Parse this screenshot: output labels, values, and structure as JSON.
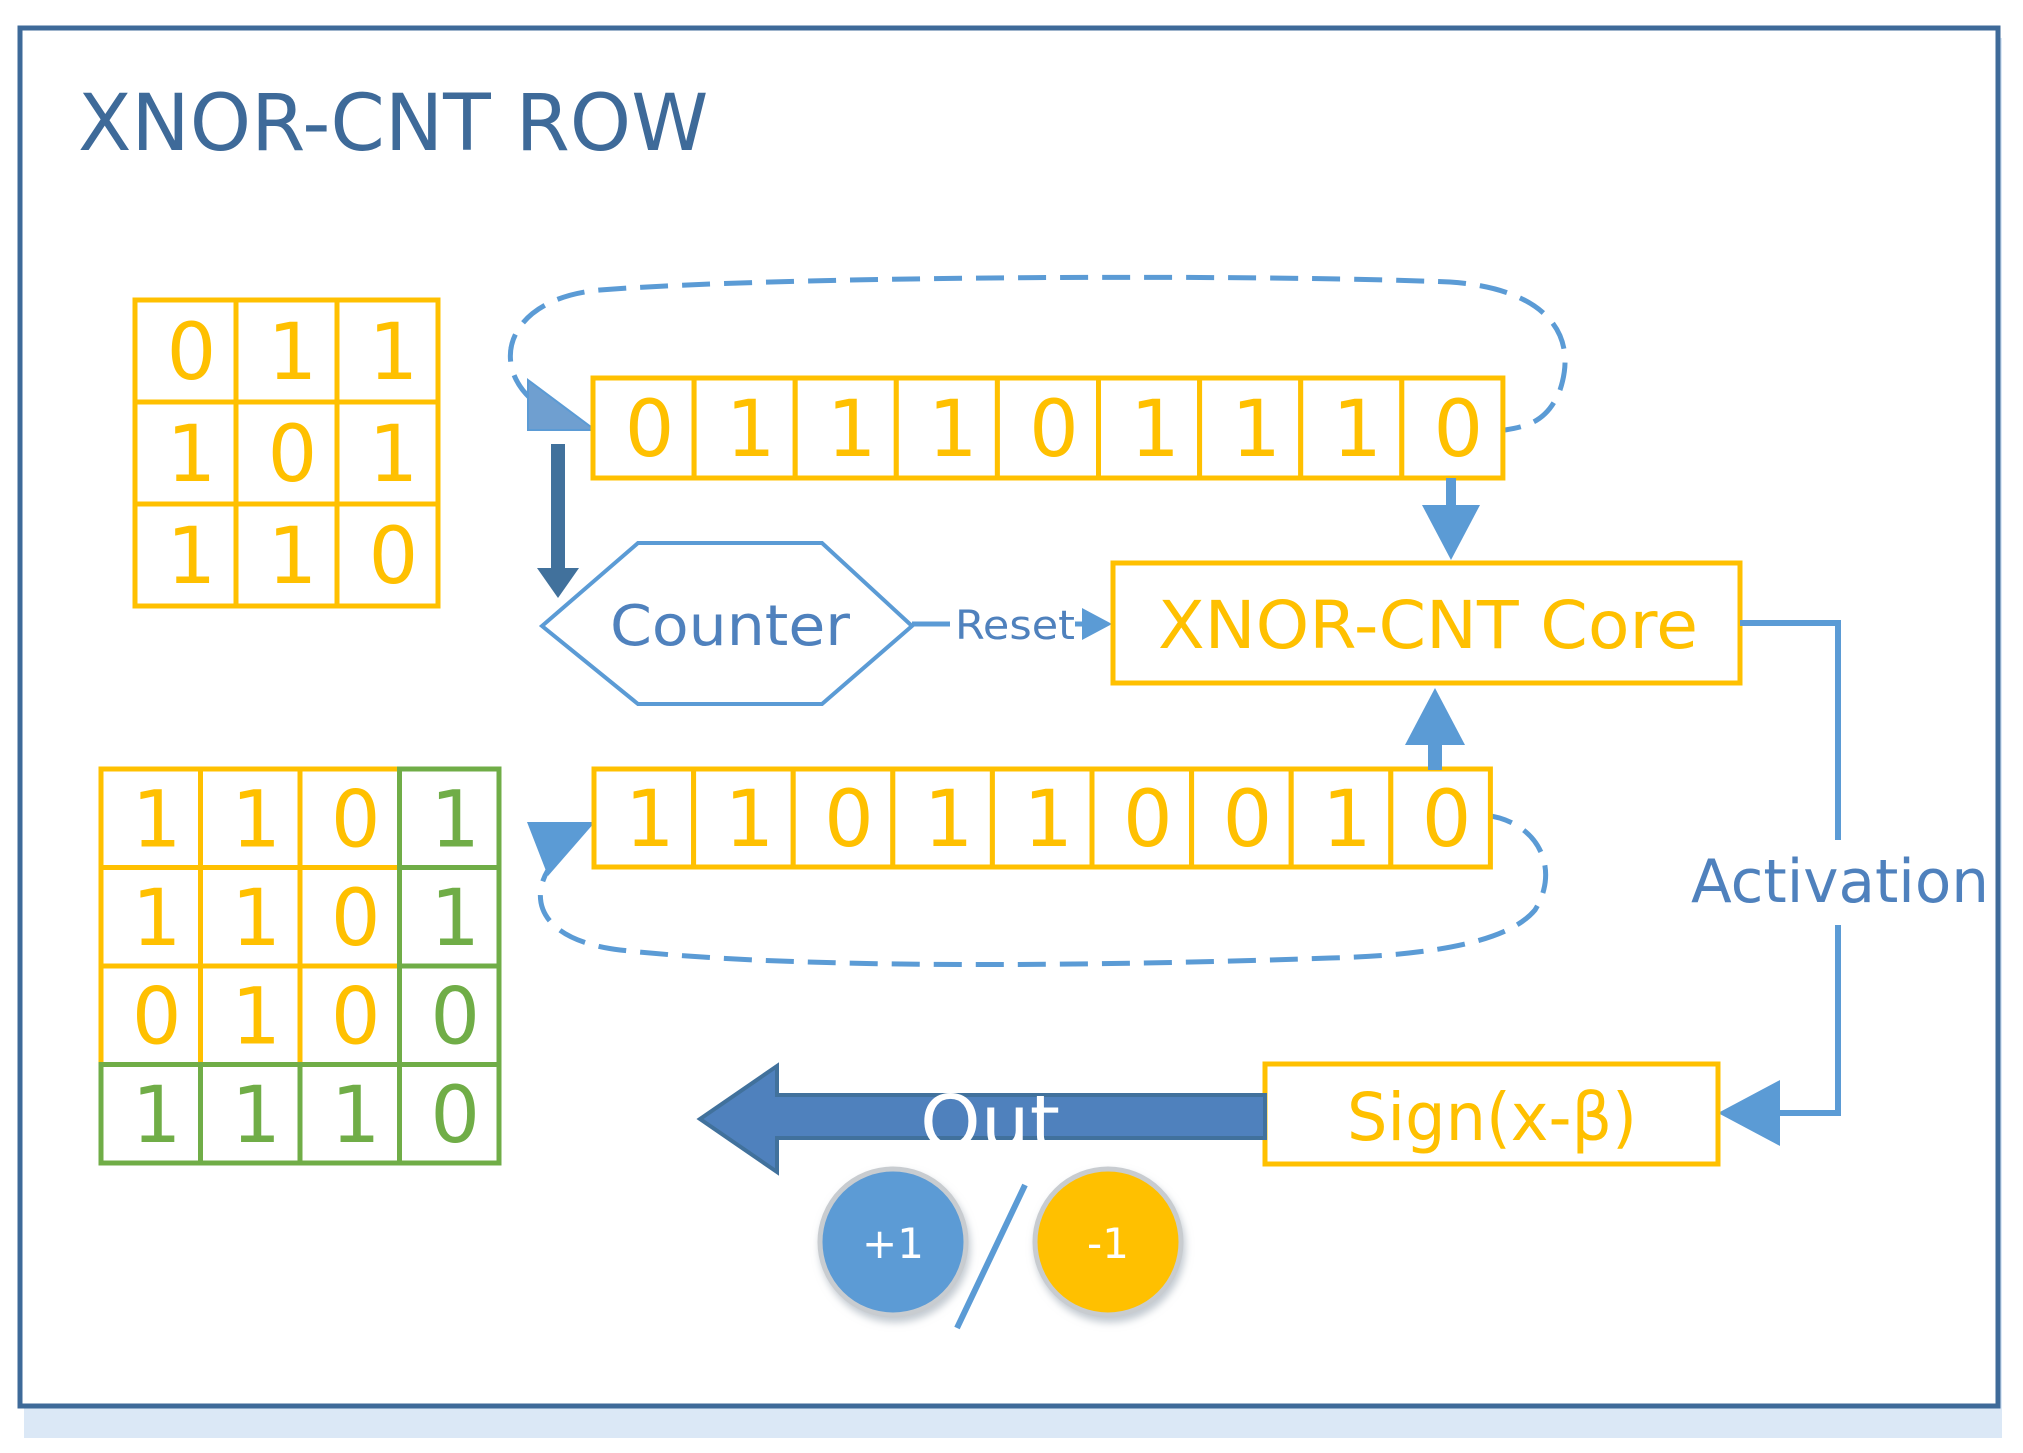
{
  "title": "XNOR-CNT ROW",
  "colors": {
    "frame": "#3e6a99",
    "frame_shadow": "#d7e6f6",
    "yellow": "#ffc000",
    "green": "#70ad47",
    "blue": "#5b9bd5",
    "dark_blue": "#41719c",
    "text_blue": "#4f81bd"
  },
  "matrix_3x3": [
    [
      "0",
      "1",
      "1"
    ],
    [
      "1",
      "0",
      "1"
    ],
    [
      "1",
      "1",
      "0"
    ]
  ],
  "vector_top": [
    "0",
    "1",
    "1",
    "1",
    "0",
    "1",
    "1",
    "1",
    "0"
  ],
  "matrix_4x4": [
    [
      "1",
      "1",
      "0",
      "1"
    ],
    [
      "1",
      "1",
      "0",
      "1"
    ],
    [
      "0",
      "1",
      "0",
      "0"
    ],
    [
      "1",
      "1",
      "1",
      "0"
    ]
  ],
  "vector_bottom": [
    "1",
    "1",
    "0",
    "1",
    "1",
    "0",
    "0",
    "1",
    "0"
  ],
  "labels": {
    "counter": "Counter",
    "reset": "Reset",
    "core": "XNOR-CNT Core",
    "activation": "Activation",
    "sign": "Sign(x-β)",
    "out": "Out",
    "plus_one": "+1",
    "minus_one": "-1"
  },
  "icons": {
    "out_arrow": "left-arrow-icon",
    "feedback_arrows": "loop-arrow-icon"
  }
}
